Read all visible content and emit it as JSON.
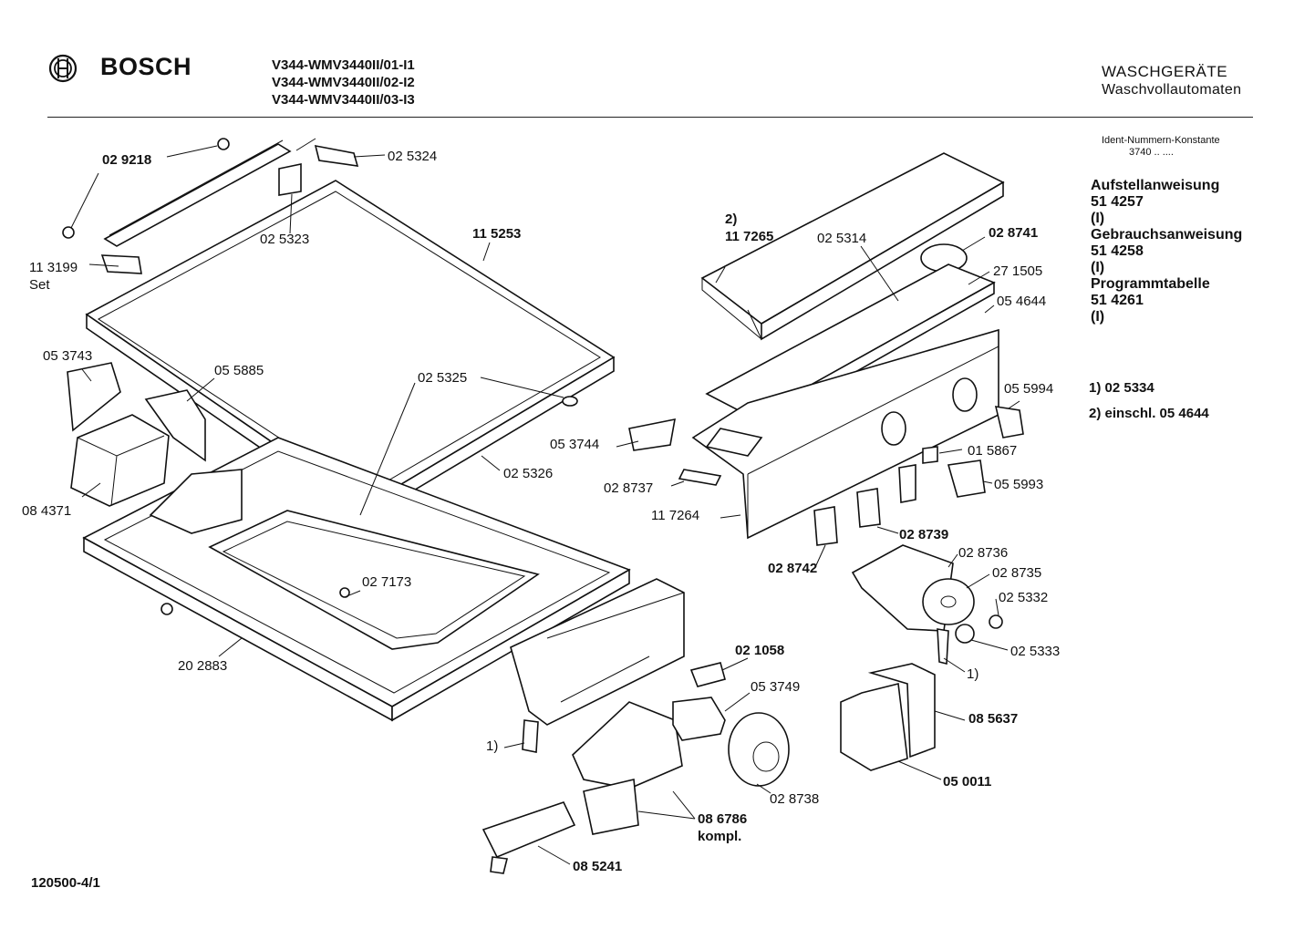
{
  "header": {
    "brand": "BOSCH",
    "models": [
      "V344-WMV3440II/01-I1",
      "V344-WMV3440II/02-I2",
      "V344-WMV3440II/03-I3"
    ],
    "category": "WASCHGERÄTE",
    "subcategory": "Waschvollautomaten"
  },
  "ident": {
    "label": "Ident-Nummern-Konstante",
    "value": "3740 .. ...."
  },
  "documents": [
    {
      "title": "Aufstellanweisung",
      "number": "51 4257",
      "note": "(I)"
    },
    {
      "title": "Gebrauchsanweisung",
      "number": "51 4258",
      "note": "(I)"
    },
    {
      "title": "Programmtabelle",
      "number": "51 4261",
      "note": "(I)"
    }
  ],
  "footnotes": [
    "1)  02 5334",
    "2)  einschl. 05 4644"
  ],
  "footer": "120500-4/1",
  "labels": {
    "l029218": "02 9218",
    "l025324": "02 5324",
    "l025323": "02 5323",
    "l113199": "11 3199",
    "lset": "Set",
    "l115253": "11  5253",
    "l053743": "05 3743",
    "l055885": "05 5885",
    "l025325": "02 5325",
    "l084371": "08 4371",
    "l025326": "02 5326",
    "l027173": "02 7173",
    "l202883": "20 2883",
    "l2note": "2)",
    "l117265": "11 7265",
    "l025314": "02 5314",
    "l028741": "02 8741",
    "l271505": "27 1505",
    "l054644": "05 4644",
    "l055994": "05 5994",
    "l053744": "05 3744",
    "l028737": "02 8737",
    "l015867": "01 5867",
    "l055993": "05 5993",
    "l117264": "11 7264",
    "l028739": "02 8739",
    "l028742": "02 8742",
    "l028736": "02 8736",
    "l028735": "02 8735",
    "l025332": "02 5332",
    "l025333": "02 5333",
    "l1note_r": "1)",
    "l021058": "02 1058",
    "l053749": "05 3749",
    "l085637": "08 5637",
    "l050011": "05 0011",
    "l028738": "02 8738",
    "l1note_l": "1)",
    "l086786": "08 6786",
    "lkompl": "kompl.",
    "l085241": "08 5241"
  }
}
